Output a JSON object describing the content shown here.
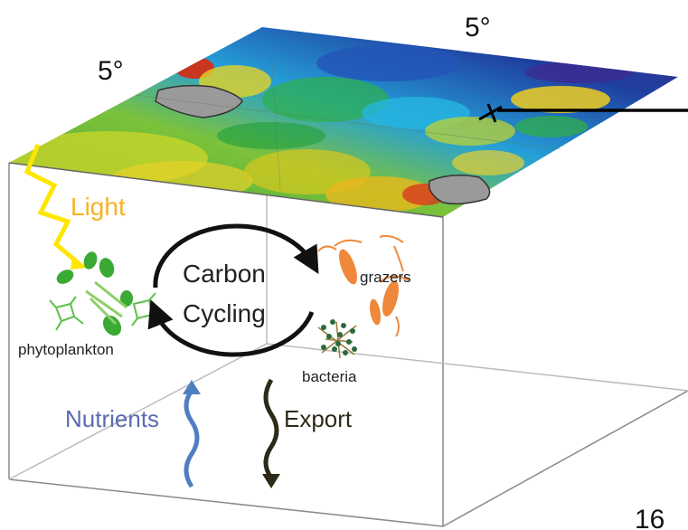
{
  "labels": {
    "degree_left": "5°",
    "degree_right": "5°",
    "light": "Light",
    "carbon_line1": "Carbon",
    "carbon_line2": "Cycling",
    "grazers": "grazers",
    "phytoplankton": "phytoplankton",
    "bacteria": "bacteria",
    "nutrients": "Nutrients",
    "export": "Export",
    "page_number": "16"
  },
  "colors": {
    "light": "#f5b324",
    "light_bolt": "#ffe600",
    "nutrients": "#5a6bb0",
    "nutrients_arrow": "#4f7fc0",
    "export": "#2e2a18",
    "export_arrow": "#2e2a18",
    "grazers": "#f0883c",
    "phytoplankton": "#3aaa35",
    "bacteria_dots": "#2b6a3c",
    "land": "#9a9a9a",
    "box_line": "#888888",
    "text": "#222222"
  },
  "icons": {
    "carbon_cycle": "circular-arrows-icon",
    "light": "lightning-bolt-icon",
    "nutrients": "wavy-up-arrow-icon",
    "export": "wavy-down-arrow-icon"
  }
}
